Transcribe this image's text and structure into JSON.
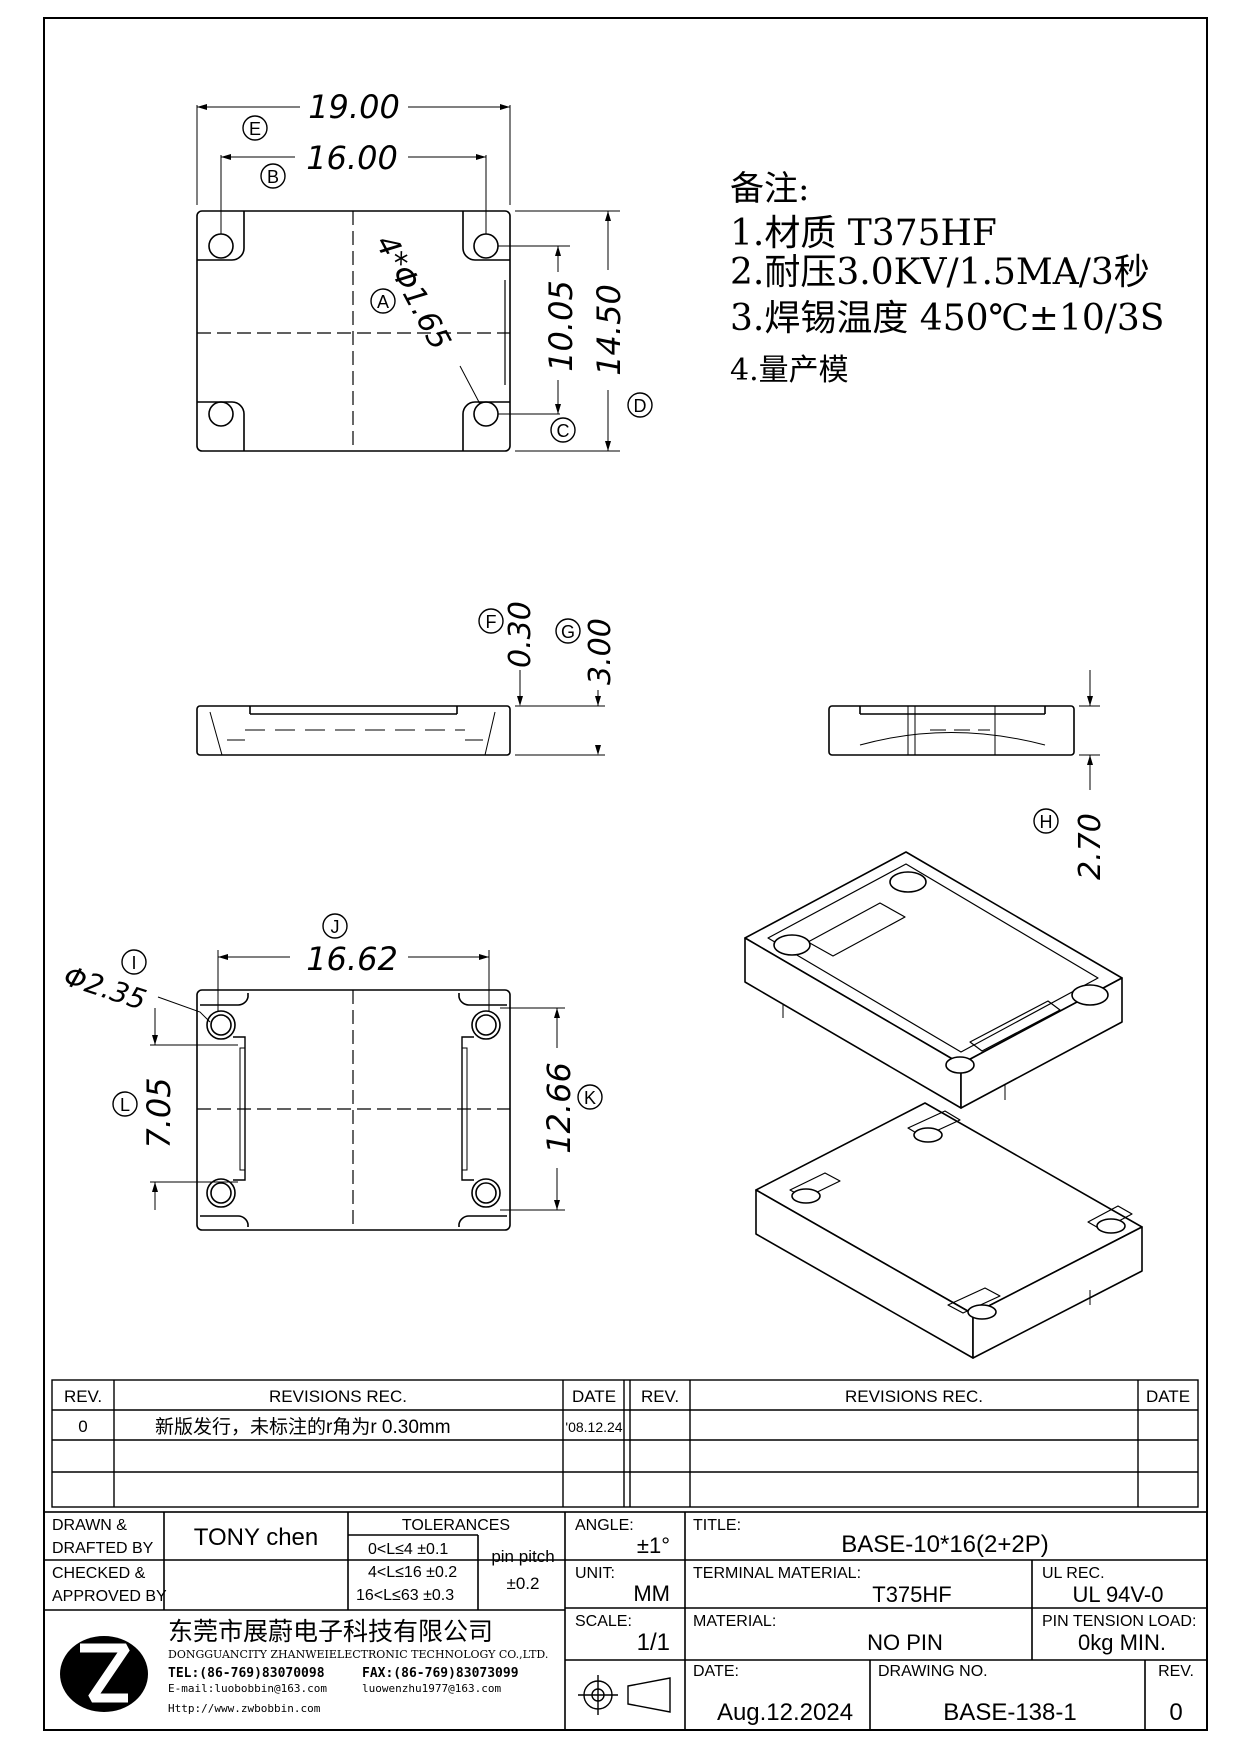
{
  "notes": {
    "heading": "备注:",
    "items": [
      "1.材质  T375HF",
      "2.耐压3.0KV/1.5MA/3秒",
      "3.焊锡温度  450℃±10/3S",
      "4.量产模"
    ]
  },
  "top_view": {
    "dim_e": "19.00",
    "dim_b": "16.00",
    "dim_hole": "4*Φ1.65",
    "dim_c": "10.05",
    "dim_d": "14.50",
    "labels": {
      "e": "E",
      "b": "B",
      "a": "A",
      "c": "C",
      "d": "D"
    }
  },
  "side_view": {
    "dim_f": "0.30",
    "dim_g": "3.00",
    "dim_h": "2.70",
    "labels": {
      "f": "F",
      "g": "G",
      "h": "H"
    }
  },
  "bottom_view": {
    "dim_j": "16.62",
    "dim_i": "Φ2.35",
    "dim_l": "7.05",
    "dim_k": "12.66",
    "labels": {
      "j": "J",
      "i": "I",
      "l": "L",
      "k": "K"
    }
  },
  "revisions": {
    "headers": {
      "rev": "REV.",
      "rec": "REVISIONS    REC.",
      "date": "DATE"
    },
    "rows": [
      {
        "rev": "0",
        "rec": "新版发行，未标注的r角为r 0.30mm",
        "date": "'08.12.24"
      }
    ]
  },
  "title_block": {
    "drawn_label_1": "DRAWN &",
    "drawn_label_2": "DRAFTED BY",
    "drawn_value": "TONY chen",
    "checked_label_1": "CHECKED &",
    "checked_label_2": "APPROVED BY",
    "tolerances_label": "TOLERANCES",
    "tolerances": [
      "0<L≤4   ±0.1",
      "4<L≤16  ±0.2",
      "16<L≤63  ±0.3"
    ],
    "pin_pitch_label": "pin pitch",
    "pin_pitch_value": "±0.2",
    "angle_label": "ANGLE:",
    "angle_value": "±1°",
    "unit_label": "UNIT:",
    "unit_value": "MM",
    "scale_label": "SCALE:",
    "scale_value": "1/1",
    "title_label": "TITLE:",
    "title_value": "BASE-10*16(2+2P)",
    "terminal_label": "TERMINAL MATERIAL:",
    "terminal_value": "T375HF",
    "ul_label": "UL REC.",
    "ul_value": "UL 94V-0",
    "material_label": "MATERIAL:",
    "material_value": "NO PIN",
    "pin_tension_label": "PIN TENSION LOAD:",
    "pin_tension_value": "0kg MIN.",
    "date_label": "DATE:",
    "date_value": "Aug.12.2024",
    "drawing_no_label": "DRAWING NO.",
    "drawing_no_value": "BASE-138-1",
    "rev_label": "REV.",
    "rev_value": "0"
  },
  "company": {
    "name_cn": "东莞市展蔚电子科技有限公司",
    "name_en": "DONGGUANCITY ZHANWEIELECTRONIC TECHNOLOGY CO.,LTD.",
    "tel": "TEL:(86-769)83070098",
    "fax": "FAX:(86-769)83073099",
    "email": "E-mail:luobobbin@163.com",
    "email2": "luowenzhu1977@163.com",
    "web": "Http://www.zwbobbin.com"
  }
}
